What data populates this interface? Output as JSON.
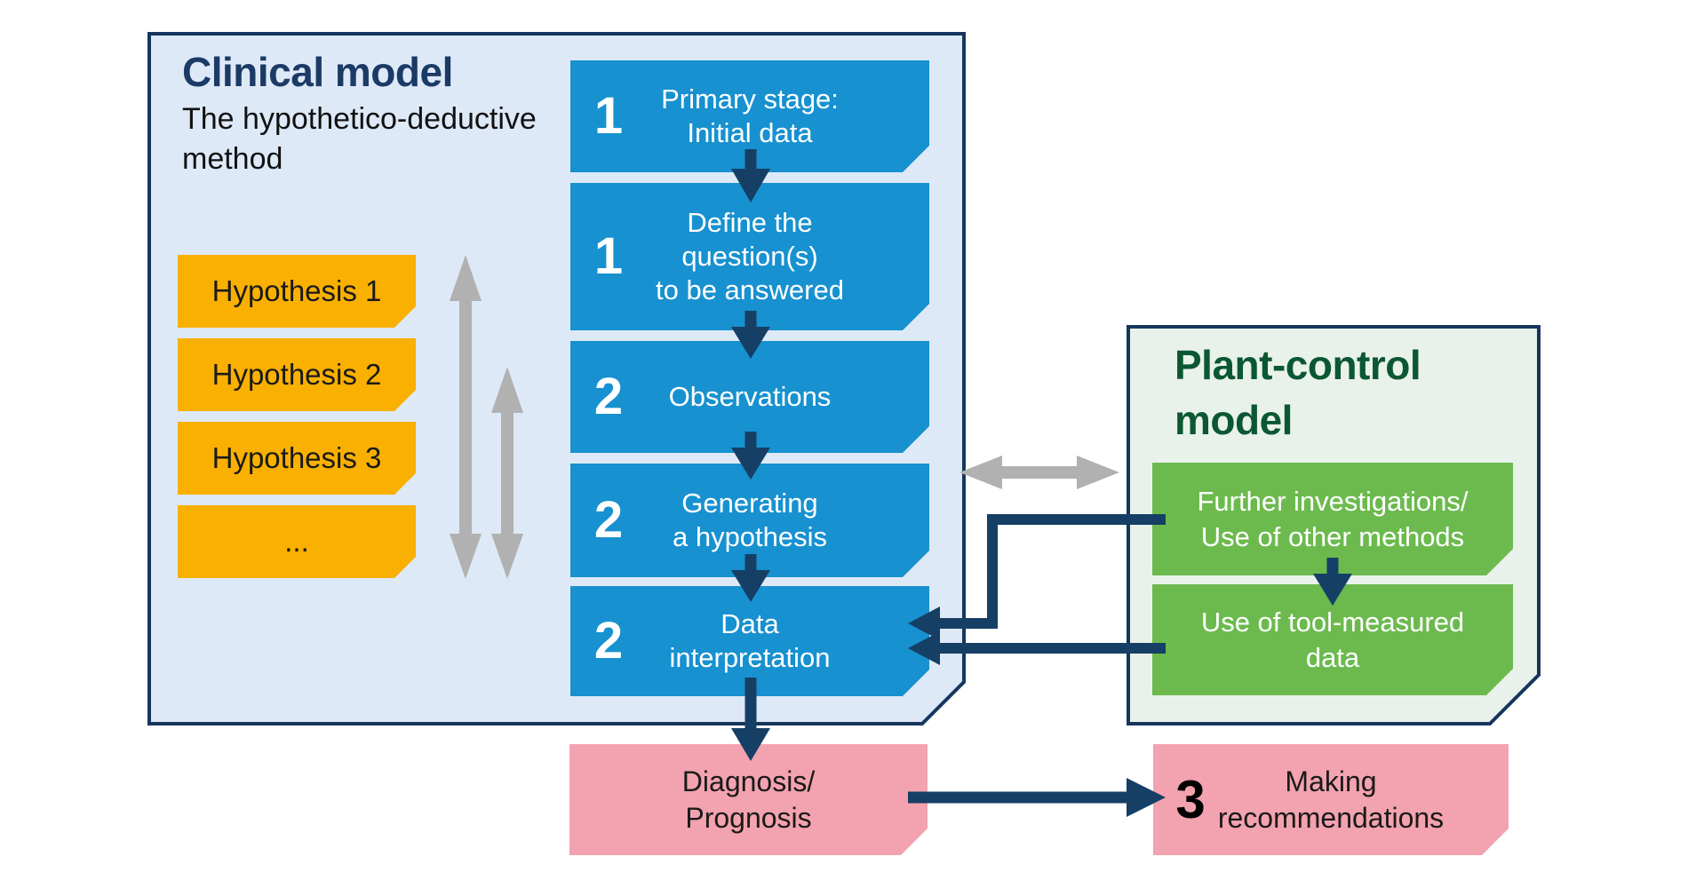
{
  "clinical_model": {
    "title": "Clinical model",
    "subtitle_lines": [
      "The hypothetico-deductive",
      "method"
    ],
    "hypotheses": [
      "Hypothesis 1",
      "Hypothesis 2",
      "Hypothesis 3",
      "..."
    ],
    "steps": [
      {
        "number": "1",
        "lines": [
          "Primary stage:",
          "Initial data"
        ]
      },
      {
        "number": "1",
        "lines": [
          "Define the",
          "question(s)",
          "to be answered"
        ]
      },
      {
        "number": "2",
        "lines": [
          "Observations"
        ]
      },
      {
        "number": "2",
        "lines": [
          "Generating",
          "a hypothesis"
        ]
      },
      {
        "number": "2",
        "lines": [
          "Data",
          "interpretation"
        ]
      }
    ]
  },
  "plant_control_model": {
    "title_lines": [
      "Plant-control",
      "model"
    ],
    "boxes": [
      {
        "lines": [
          "Further investigations/",
          "Use of other methods"
        ]
      },
      {
        "lines": [
          "Use of tool-measured",
          "data"
        ]
      }
    ]
  },
  "outcomes": {
    "diagnosis": {
      "lines": [
        "Diagnosis/",
        "Prognosis"
      ]
    },
    "recommendations": {
      "number": "3",
      "lines": [
        "Making",
        "recommendations"
      ]
    }
  },
  "colors": {
    "blue": "#1791d0",
    "yellow": "#f9b000",
    "green": "#6cba4e",
    "pink": "#f3a2af",
    "navy_border": "#16365e",
    "navy_arrow": "#163f66",
    "gray": "#b1b1b1",
    "bg_clinical": "#dee9f7",
    "bg_plant": "#e9f2ea",
    "title_navy": "#1b3a66",
    "title_green": "#0b5734",
    "text_dark": "#1a1a1a",
    "text_light": "#ffffff"
  }
}
